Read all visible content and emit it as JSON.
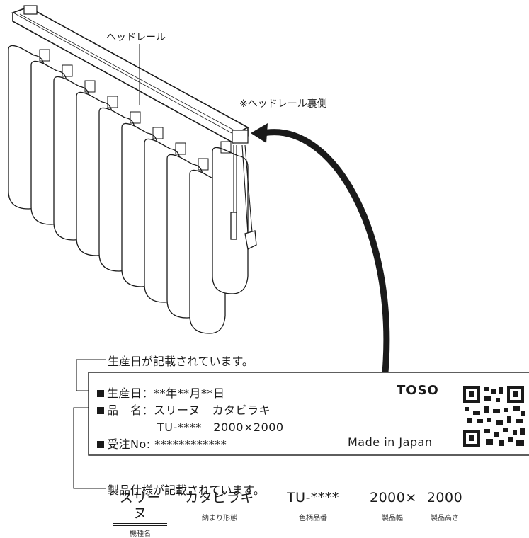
{
  "callouts": {
    "headrail": "ヘッドレール",
    "headrail_back": "※ヘッドレール裏側",
    "date_note": "生産日が記載されています。",
    "spec_note": "製品仕様が記載されています。"
  },
  "label": {
    "date_row": "生産日：**年**月**日",
    "name_row": "品　名：スリーヌ　カタビラキ",
    "code_row": "TU-****　2000×2000",
    "order_row": "受注No: ************",
    "brand": "TOSO",
    "origin": "Made in Japan"
  },
  "spec_fields": [
    {
      "value": "スリーヌ",
      "caption": "機種名"
    },
    {
      "value": "カタビラキ",
      "caption": "納まり形態"
    },
    {
      "value": "TU-****",
      "caption": "色柄品番"
    },
    {
      "value": "2000×",
      "caption": "製品幅"
    },
    {
      "value": "2000",
      "caption": "製品高さ"
    }
  ],
  "colors": {
    "ink": "#1a1a1a",
    "background": "#ffffff"
  }
}
